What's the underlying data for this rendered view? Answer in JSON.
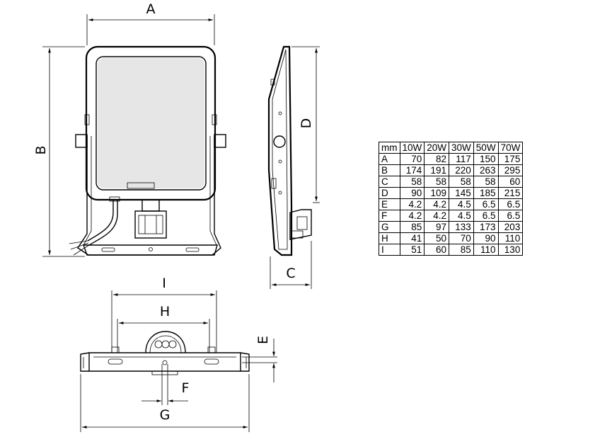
{
  "labels": {
    "A": "A",
    "B": "B",
    "C": "C",
    "D": "D",
    "E": "E",
    "F": "F",
    "G": "G",
    "H": "H",
    "I": "I"
  },
  "table": {
    "headers": [
      "mm",
      "10W",
      "20W",
      "30W",
      "50W",
      "70W"
    ],
    "rows": [
      [
        "A",
        "70",
        "82",
        "117",
        "150",
        "175"
      ],
      [
        "B",
        "174",
        "191",
        "220",
        "263",
        "295"
      ],
      [
        "C",
        "58",
        "58",
        "58",
        "58",
        "60"
      ],
      [
        "D",
        "90",
        "109",
        "145",
        "185",
        "215"
      ],
      [
        "E",
        "4.2",
        "4.2",
        "4.5",
        "6.5",
        "6.5"
      ],
      [
        "F",
        "4.2",
        "4.2",
        "4.5",
        "6.5",
        "6.5"
      ],
      [
        "G",
        "85",
        "97",
        "133",
        "173",
        "203"
      ],
      [
        "H",
        "41",
        "50",
        "70",
        "90",
        "110"
      ],
      [
        "I",
        "51",
        "60",
        "85",
        "110",
        "130"
      ]
    ]
  }
}
